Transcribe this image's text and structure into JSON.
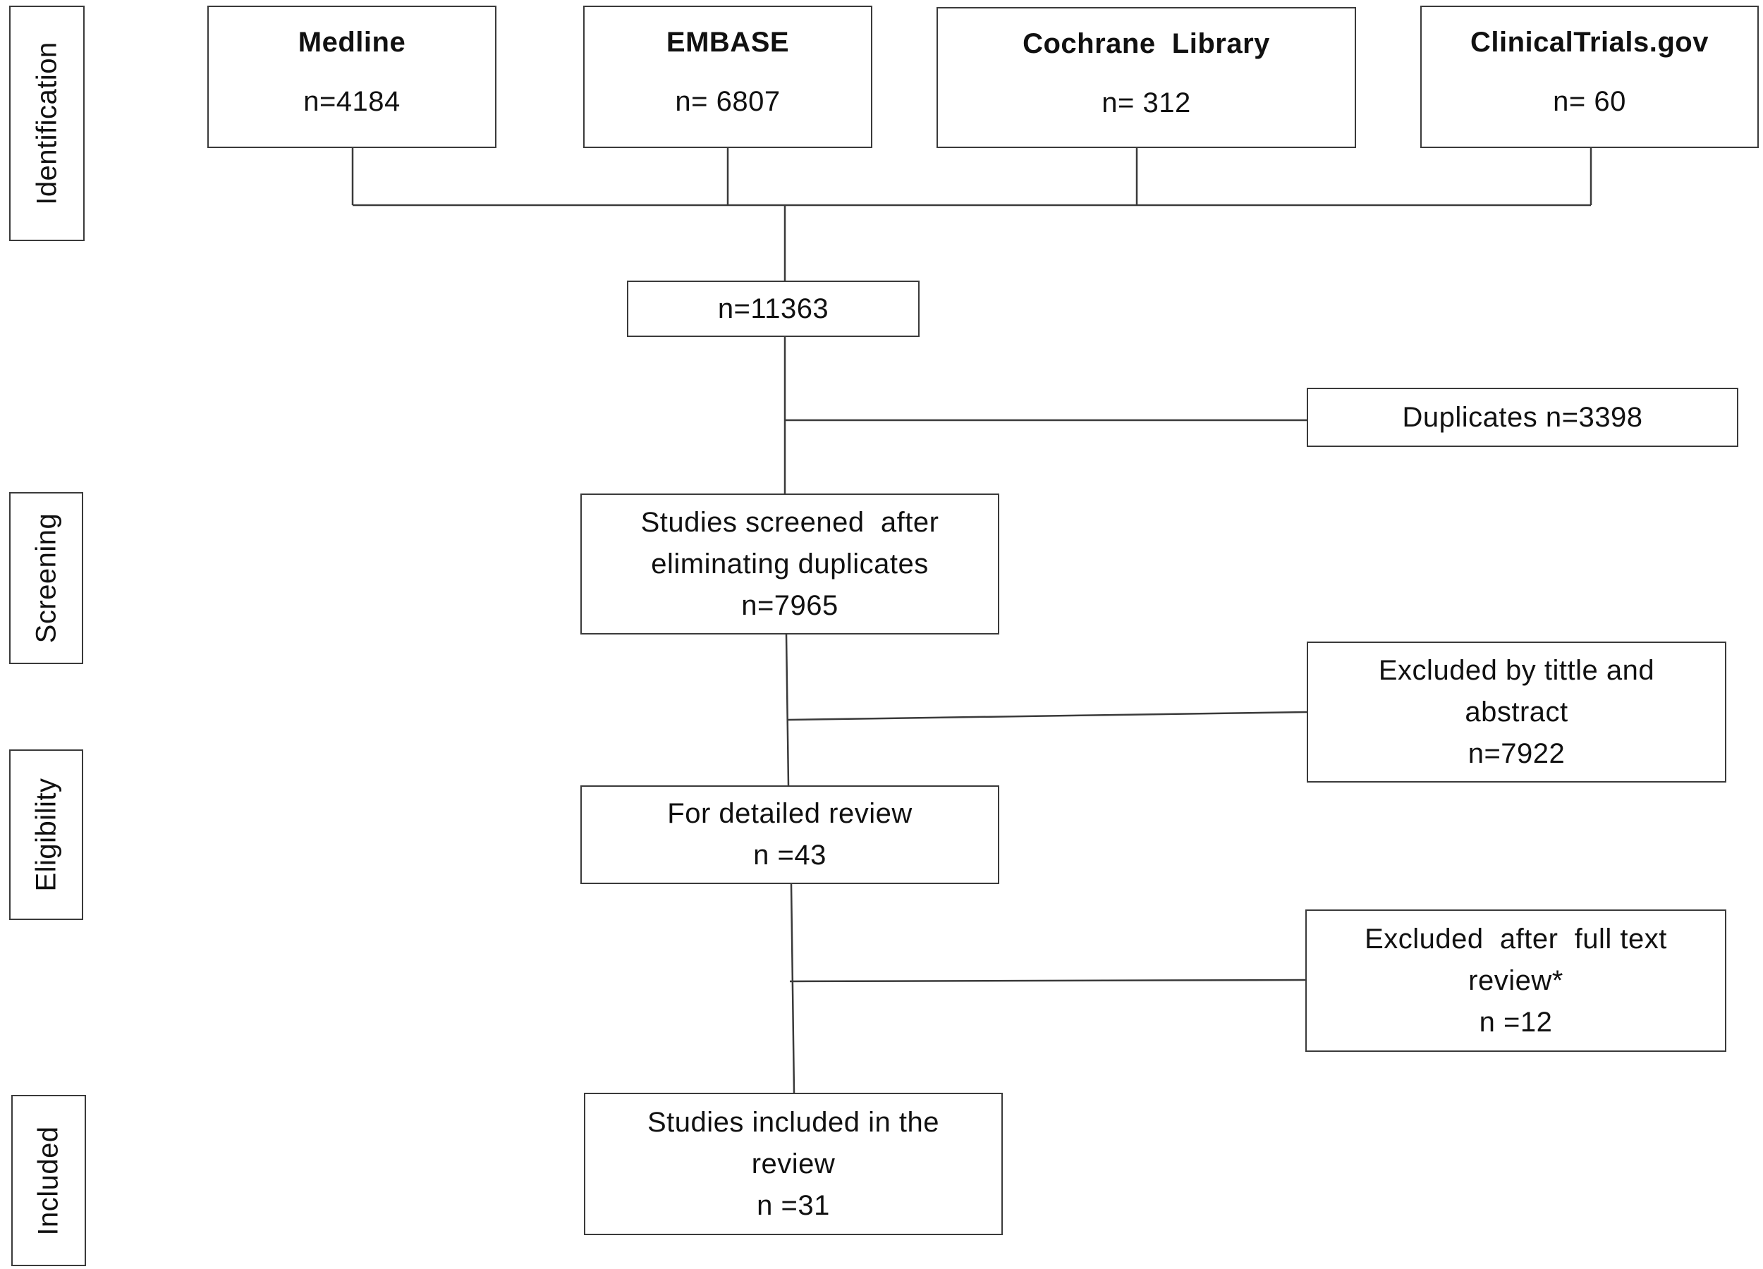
{
  "stages": {
    "identification": "Identification",
    "screening": "Screening",
    "eligibility": "Eligibility",
    "included": "Included"
  },
  "sources": [
    {
      "name": "Medline",
      "count": "n=4184"
    },
    {
      "name": "EMBASE",
      "count": "n= 6807"
    },
    {
      "name": "Cochrane  Library",
      "count": "n= 312"
    },
    {
      "name": "ClinicalTrials.gov",
      "count": "n= 60"
    }
  ],
  "total": "n=11363",
  "duplicates": "Duplicates n=3398",
  "screened": {
    "line1": "Studies screened  after",
    "line2": "eliminating duplicates",
    "line3": "n=7965"
  },
  "excluded_title": {
    "line1": "Excluded by tittle and",
    "line2": "abstract",
    "line3": "n=7922"
  },
  "detailed_review": {
    "line1": "For detailed review",
    "line2": "n =43"
  },
  "excluded_fulltext": {
    "line1": "Excluded  after  full text",
    "line2": "review*",
    "line3": "n =12"
  },
  "included": {
    "line1": "Studies included in the",
    "line2": "review",
    "line3": "n =31"
  }
}
